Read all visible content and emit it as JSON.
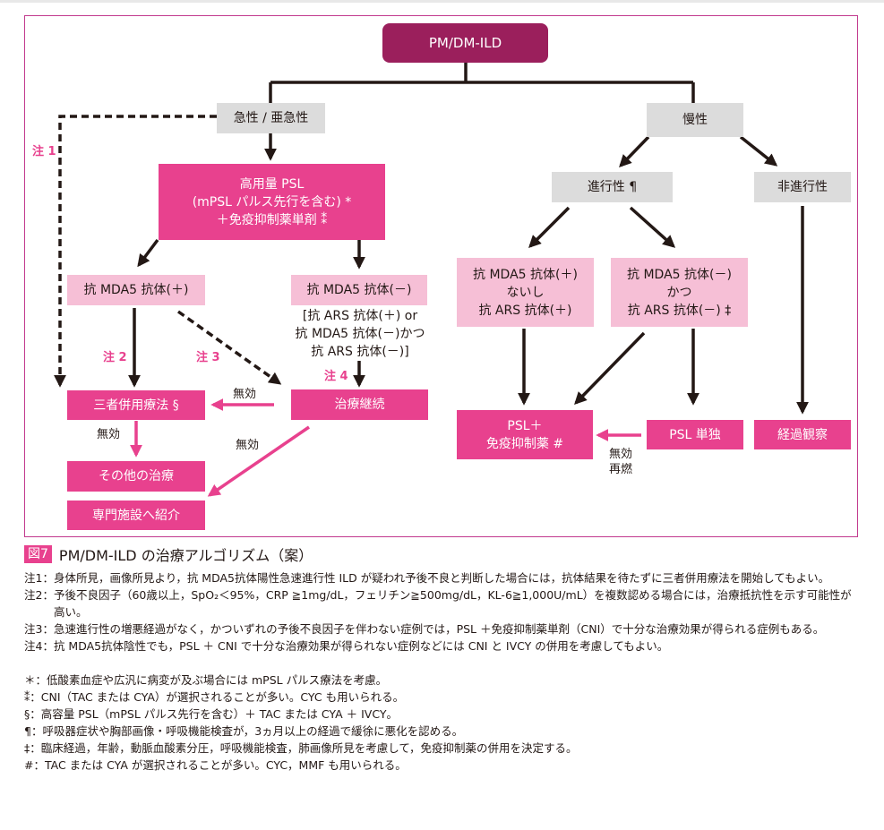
{
  "flow": {
    "root": "PM/DM-ILD",
    "acute": "急性 / 亜急性",
    "chronic": "慢性",
    "high_dose": "高用量 PSL\n(mPSL パルス先行を含む) *\n＋免疫抑制薬単剤 ⁑",
    "mda5_pos": "抗 MDA5 抗体(＋)",
    "mda5_neg": "抗 MDA5 抗体(－)",
    "mda5_neg_detail": "[抗 ARS 抗体(＋) or\n抗 MDA5 抗体(－)かつ\n抗 ARS 抗体(－)]",
    "triple": "三者併用療法 §",
    "continue": "治療継続",
    "other": "その他の治療",
    "referral": "専門施設へ紹介",
    "progressive": "進行性 ¶",
    "nonprogressive": "非進行性",
    "prog_pos": "抗 MDA5 抗体(＋)\nないし\n抗 ARS 抗体(＋)",
    "prog_neg": "抗 MDA5 抗体(－)\nかつ\n抗 ARS 抗体(－) ‡",
    "psl_imm": "PSL＋\n免疫抑制薬 #",
    "psl_only": "PSL 単独",
    "observe": "経過観察",
    "ineffective_1": "無効",
    "ineffective_2": "無効",
    "ineffective_3": "無効",
    "ineffective_relapse": "無効\n再燃",
    "note1": "注 1",
    "note2": "注 2",
    "note3": "注 3",
    "note4": "注 4"
  },
  "figure": {
    "number": "図7",
    "title": "PM/DM-ILD の治療アルゴリズム（案）"
  },
  "notes": [
    {
      "key": "注1：",
      "text": "身体所見，画像所見より，抗 MDA5抗体陽性急速進行性 ILD が疑われ予後不良と判断した場合には，抗体結果を待たずに三者併用療法を開始してもよい。"
    },
    {
      "key": "注2：",
      "text": "予後不良因子（60歳以上，SpO₂＜95%，CRP ≧1mg/dL，フェリチン≧500mg/dL，KL-6≧1,000U/mL）を複数認める場合には，治療抵抗性を示す可能性が高い。"
    },
    {
      "key": "注3：",
      "text": "急速進行性の増悪経過がなく，かついずれの予後不良因子を伴わない症例では，PSL ＋免疫抑制薬単剤（CNI）で十分な治療効果が得られる症例もある。"
    },
    {
      "key": "注4：",
      "text": "抗 MDA5抗体陰性でも，PSL ＋ CNI で十分な治療効果が得られない症例などには CNI と IVCY の併用を考慮してもよい。"
    }
  ],
  "footnotes": [
    {
      "key": "＊：",
      "text": "低酸素血症や広汎に病変が及ぶ場合には mPSL パルス療法を考慮。"
    },
    {
      "key": "⁑：",
      "text": "CNI（TAC または CYA）が選択されることが多い。CYC も用いられる。"
    },
    {
      "key": "§：",
      "text": "高容量 PSL（mPSL パルス先行を含む）＋ TAC または CYA ＋ IVCY。"
    },
    {
      "key": "¶：",
      "text": "呼吸器症状や胸部画像・呼吸機能検査が，3ヵ月以上の経過で緩徐に悪化を認める。"
    },
    {
      "key": "‡：",
      "text": "臨床経過，年齢，動脈血酸素分圧，呼吸機能検査，肺画像所見を考慮して，免疫抑制薬の併用を決定する。"
    },
    {
      "key": "#：",
      "text": "TAC または CYA が選択されることが多い。CYC，MMF も用いられる。"
    }
  ],
  "colors": {
    "root": "#9b1f5c",
    "magenta": "#e8418e",
    "light_pink": "#f6bfd6",
    "gray": "#dcdcdc",
    "line": "#231815"
  }
}
